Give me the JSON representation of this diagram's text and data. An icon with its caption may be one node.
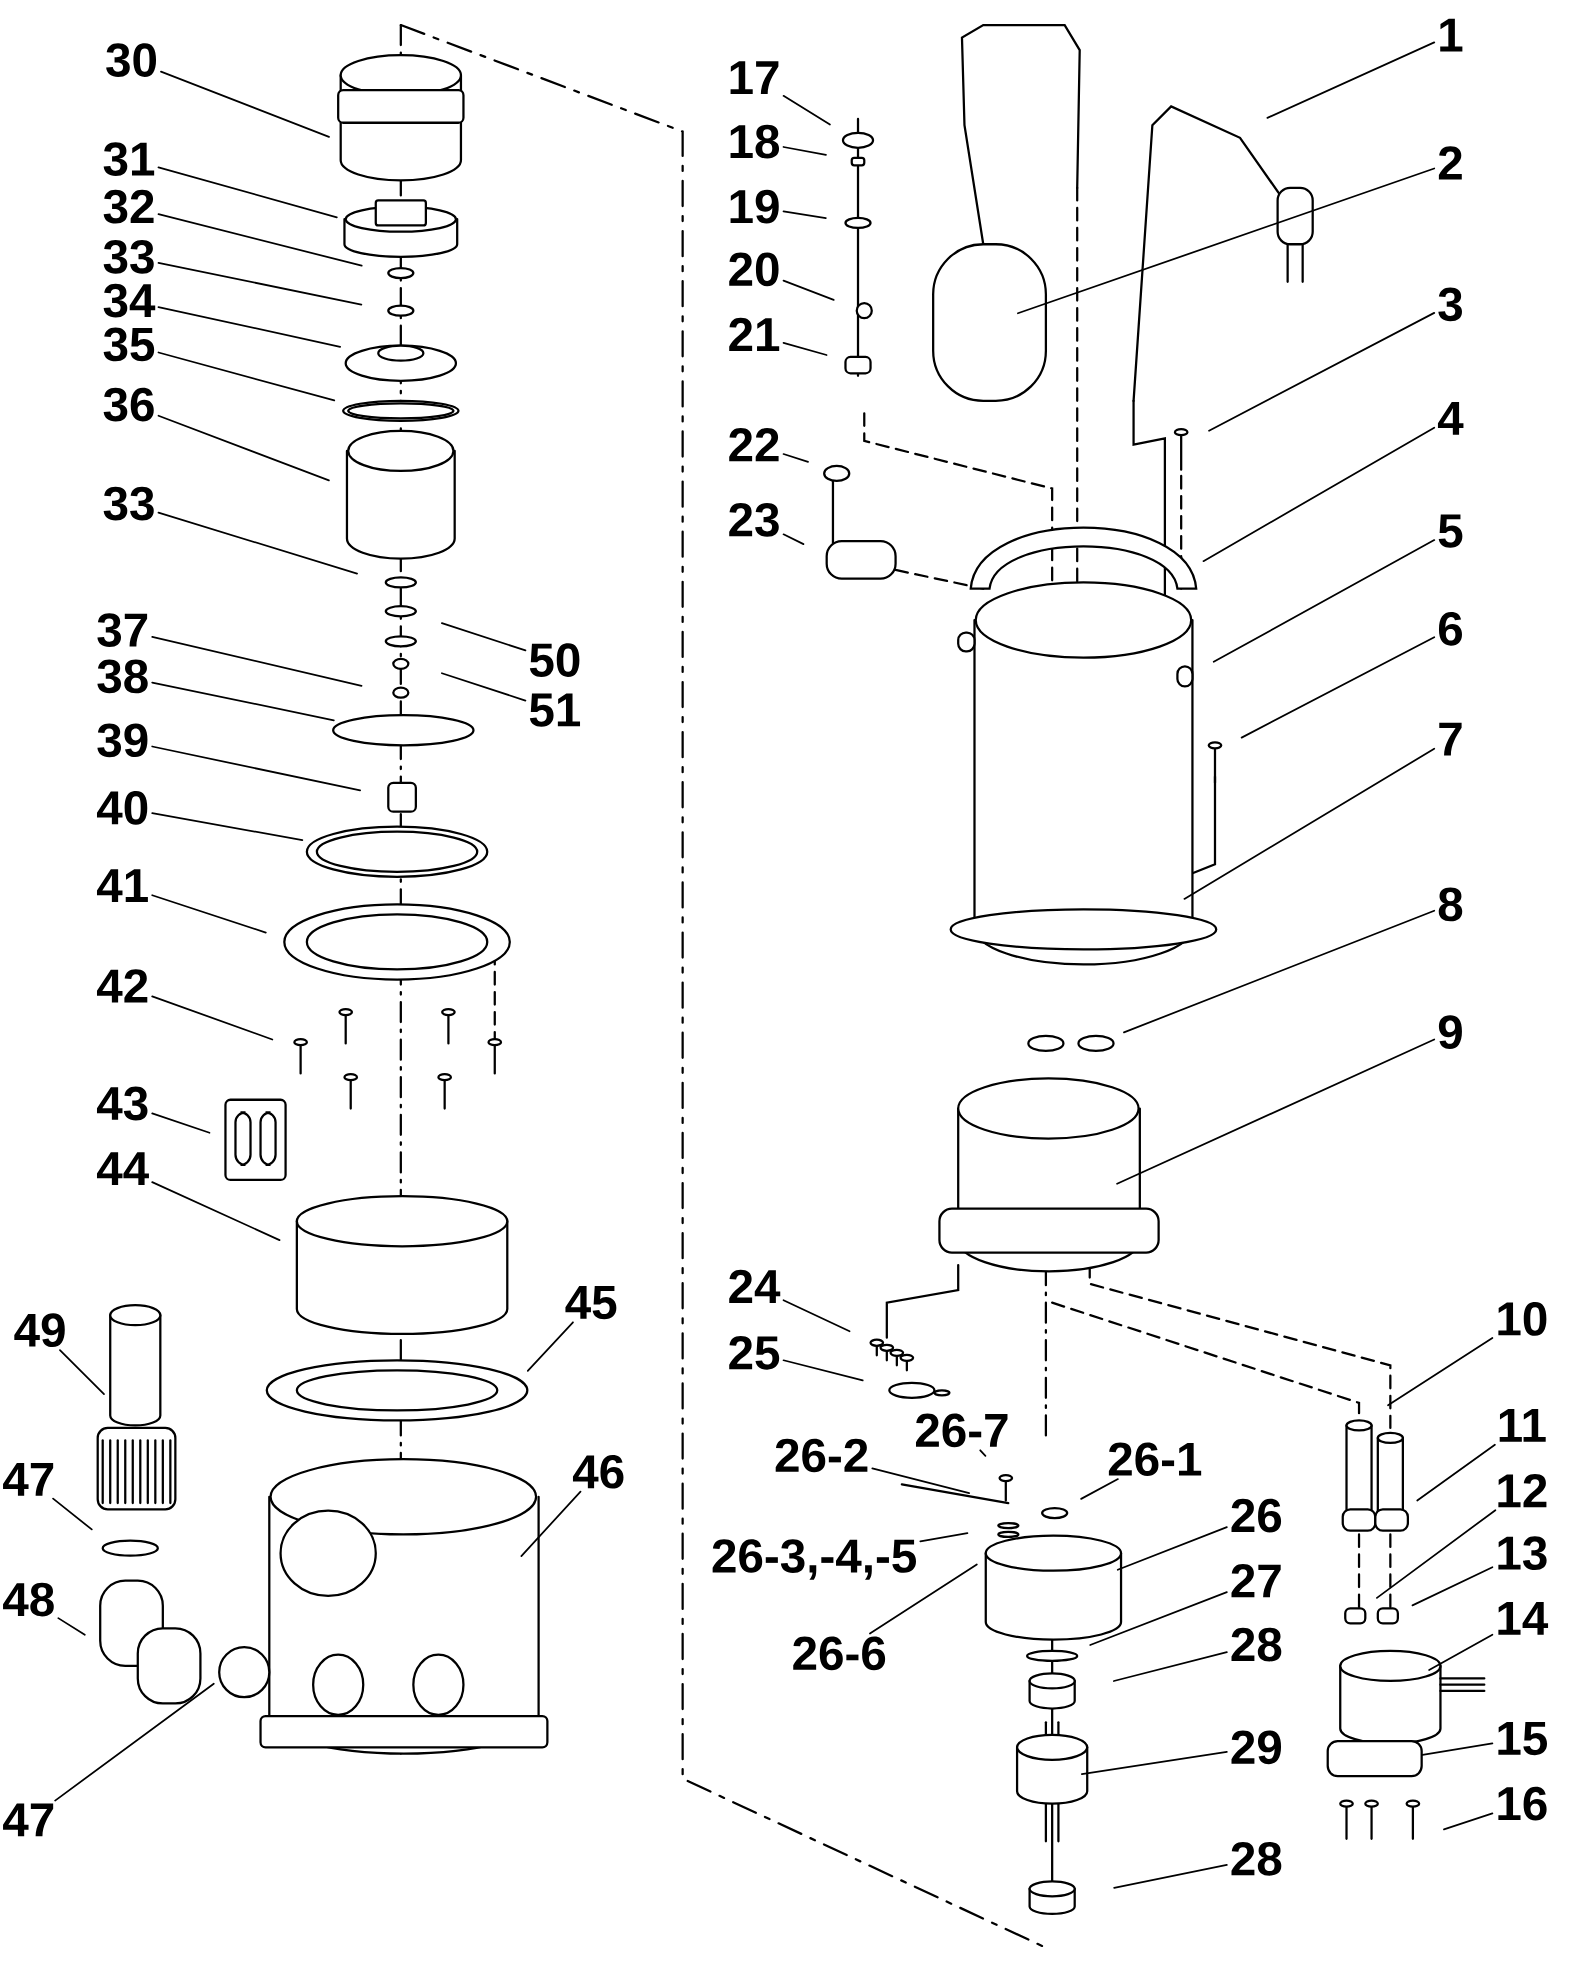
{
  "diagram": {
    "nodes": [
      {
        "text": [
          "30"
        ]
      },
      {
        "text": [
          "31"
        ]
      },
      {
        "text": [
          "32"
        ]
      },
      {
        "text": [
          "33"
        ]
      },
      {
        "text": [
          "34"
        ]
      },
      {
        "text": [
          "35"
        ]
      },
      {
        "text": [
          "36"
        ]
      },
      {
        "text": [
          "33"
        ]
      },
      {
        "text": [
          "37"
        ]
      },
      {
        "text": [
          "38"
        ]
      },
      {
        "text": [
          "39"
        ]
      },
      {
        "text": [
          "40"
        ]
      },
      {
        "text": [
          "41"
        ]
      },
      {
        "text": [
          "42"
        ]
      },
      {
        "text": [
          "43"
        ]
      },
      {
        "text": [
          "44"
        ]
      },
      {
        "text": [
          "49"
        ]
      },
      {
        "text": [
          "45"
        ]
      },
      {
        "text": [
          "46"
        ]
      },
      {
        "text": [
          "47"
        ]
      },
      {
        "text": [
          "48"
        ]
      },
      {
        "text": [
          "47"
        ]
      },
      {
        "text": [
          "50"
        ]
      },
      {
        "text": [
          "51"
        ]
      },
      {
        "text": [
          "17"
        ]
      },
      {
        "text": [
          "18"
        ]
      },
      {
        "text": [
          "19"
        ]
      },
      {
        "text": [
          "20"
        ]
      },
      {
        "text": [
          "21"
        ]
      },
      {
        "text": [
          "22"
        ]
      },
      {
        "text": [
          "23"
        ]
      },
      {
        "text": [
          "1"
        ]
      },
      {
        "text": [
          "2"
        ]
      },
      {
        "text": [
          "3"
        ]
      },
      {
        "text": [
          "4"
        ]
      },
      {
        "text": [
          "5"
        ]
      },
      {
        "text": [
          "6"
        ]
      },
      {
        "text": [
          "7"
        ]
      },
      {
        "text": [
          "8"
        ]
      },
      {
        "text": [
          "9"
        ]
      },
      {
        "text": [
          "24"
        ]
      },
      {
        "text": [
          "25"
        ]
      },
      {
        "text": [
          "26-7"
        ]
      },
      {
        "text": [
          "26-2"
        ]
      },
      {
        "text": [
          "26-1"
        ]
      },
      {
        "text": [
          "26-3,-4,-5"
        ]
      },
      {
        "text": [
          "26-6"
        ]
      },
      {
        "text": [
          "26"
        ]
      },
      {
        "text": [
          "27"
        ]
      },
      {
        "text": [
          "28"
        ]
      },
      {
        "text": [
          "29"
        ]
      },
      {
        "text": [
          "28"
        ]
      },
      {
        "text": [
          "10"
        ]
      },
      {
        "text": [
          "11"
        ]
      },
      {
        "text": [
          "12"
        ]
      },
      {
        "text": [
          "13"
        ]
      },
      {
        "text": [
          "14"
        ]
      },
      {
        "text": [
          "15"
        ]
      },
      {
        "text": [
          "16"
        ]
      }
    ],
    "edges": [
      {
        "from": 0,
        "to": null,
        "arrow": "none"
      },
      {
        "from": 1,
        "to": null,
        "arrow": "none"
      },
      {
        "from": 2,
        "to": null,
        "arrow": "none"
      },
      {
        "from": 3,
        "to": null,
        "arrow": "none"
      },
      {
        "from": 4,
        "to": null,
        "arrow": "none"
      },
      {
        "from": 5,
        "to": null,
        "arrow": "none"
      },
      {
        "from": 6,
        "to": null,
        "arrow": "none"
      },
      {
        "from": 7,
        "to": null,
        "arrow": "none"
      },
      {
        "from": 8,
        "to": null,
        "arrow": "none"
      },
      {
        "from": 9,
        "to": null,
        "arrow": "none"
      },
      {
        "from": 10,
        "to": null,
        "arrow": "none"
      },
      {
        "from": 11,
        "to": null,
        "arrow": "none"
      },
      {
        "from": 12,
        "to": null,
        "arrow": "none"
      },
      {
        "from": 13,
        "to": null,
        "arrow": "none"
      },
      {
        "from": 14,
        "to": null,
        "arrow": "none"
      },
      {
        "from": 15,
        "to": null,
        "arrow": "none"
      },
      {
        "from": 16,
        "to": null,
        "arrow": "none"
      },
      {
        "from": 17,
        "to": null,
        "arrow": "none"
      },
      {
        "from": 18,
        "to": null,
        "arrow": "none"
      },
      {
        "from": 19,
        "to": null,
        "arrow": "none"
      },
      {
        "from": 20,
        "to": null,
        "arrow": "none"
      },
      {
        "from": 21,
        "to": null,
        "arrow": "none"
      },
      {
        "from": 22,
        "to": null,
        "arrow": "none"
      },
      {
        "from": 23,
        "to": null,
        "arrow": "none"
      },
      {
        "from": 24,
        "to": null,
        "arrow": "none"
      },
      {
        "from": 25,
        "to": null,
        "arrow": "none"
      },
      {
        "from": 26,
        "to": null,
        "arrow": "none"
      },
      {
        "from": 27,
        "to": null,
        "arrow": "none"
      },
      {
        "from": 28,
        "to": null,
        "arrow": "none"
      },
      {
        "from": 29,
        "to": null,
        "arrow": "none"
      },
      {
        "from": 30,
        "to": null,
        "arrow": "none"
      },
      {
        "from": 31,
        "to": null,
        "arrow": "none"
      },
      {
        "from": 32,
        "to": null,
        "arrow": "none"
      },
      {
        "from": 33,
        "to": null,
        "arrow": "none"
      },
      {
        "from": 34,
        "to": null,
        "arrow": "none"
      },
      {
        "from": 35,
        "to": null,
        "arrow": "none"
      },
      {
        "from": 36,
        "to": null,
        "arrow": "none"
      },
      {
        "from": 37,
        "to": null,
        "arrow": "none"
      },
      {
        "from": 38,
        "to": null,
        "arrow": "none"
      },
      {
        "from": 39,
        "to": null,
        "arrow": "none"
      },
      {
        "from": 40,
        "to": null,
        "arrow": "none"
      },
      {
        "from": 41,
        "to": null,
        "arrow": "none"
      },
      {
        "from": 42,
        "to": null,
        "arrow": "none"
      },
      {
        "from": 43,
        "to": null,
        "arrow": "none"
      },
      {
        "from": 44,
        "to": null,
        "arrow": "none"
      },
      {
        "from": 45,
        "to": null,
        "arrow": "none"
      },
      {
        "from": 46,
        "to": null,
        "arrow": "none"
      },
      {
        "from": 47,
        "to": null,
        "arrow": "none"
      },
      {
        "from": 48,
        "to": null,
        "arrow": "none"
      },
      {
        "from": 49,
        "to": null,
        "arrow": "none"
      },
      {
        "from": 50,
        "to": null,
        "arrow": "none"
      },
      {
        "from": 51,
        "to": null,
        "arrow": "none"
      },
      {
        "from": 52,
        "to": null,
        "arrow": "none"
      },
      {
        "from": 53,
        "to": null,
        "arrow": "none"
      },
      {
        "from": 54,
        "to": null,
        "arrow": "none"
      },
      {
        "from": 55,
        "to": null,
        "arrow": "none"
      },
      {
        "from": 56,
        "to": null,
        "arrow": "none"
      },
      {
        "from": 57,
        "to": null,
        "arrow": "none"
      },
      {
        "from": 58,
        "to": null,
        "arrow": "none"
      }
    ]
  }
}
